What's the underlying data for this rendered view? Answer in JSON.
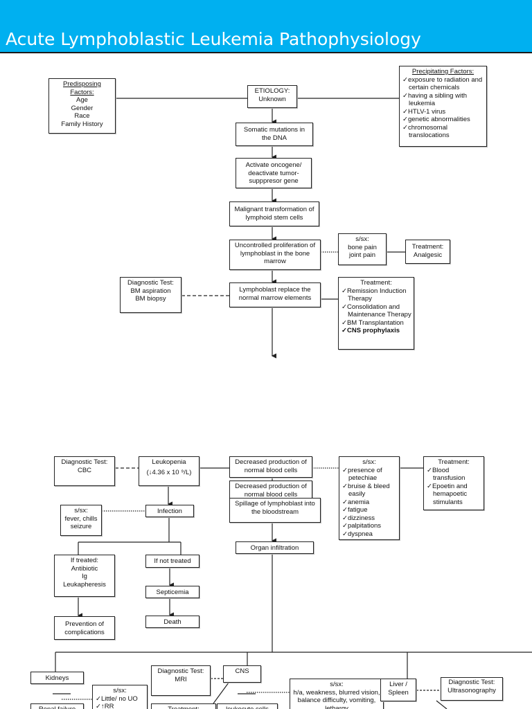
{
  "title": "Acute Lymphoblastic Leukemia Pathophysiology",
  "colors": {
    "title_bar": "#00b0f0",
    "title_text": "#ffffff",
    "lines": "#222222"
  },
  "top": {
    "predisposing": {
      "heading": "Predisposing Factors:",
      "items": [
        "Age",
        "Gender",
        "Race",
        "Family History"
      ]
    },
    "etiology": [
      "ETIOLOGY:",
      "Unknown"
    ],
    "precipitating": {
      "heading": "Precipitating Factors:",
      "items": [
        "exposure to radiation and certain chemicals",
        "having a sibling with leukemia",
        "HTLV-1 virus",
        "genetic abnormalities",
        "chromosomal translocations"
      ]
    },
    "somatic": "Somatic mutations in the DNA",
    "activate": "Activate oncogene/ deactivate tumor-supppresor gene",
    "malignant": "Malignant transformation of lymphoid stem cells",
    "uncontrolled": "Uncontrolled proliferation of lymphoblast in the bone marrow",
    "sx_bone": [
      "s/sx:",
      "bone pain",
      "joint pain"
    ],
    "tx_analgesic": [
      "Treatment:",
      "Analgesic"
    ],
    "dx_bm": [
      "Diagnostic Test:",
      "BM aspiration",
      "BM biopsy"
    ],
    "replace": "Lymphoblast replace the normal marrow elements",
    "tx_list": {
      "heading": "Treatment:",
      "items": [
        "Remission Induction Therapy",
        "Consolidation and Maintenance Therapy",
        "BM Transplantation",
        "CNS prophylaxis"
      ]
    }
  },
  "bottom": {
    "dx_cbc": [
      "Diagnostic Test:",
      "CBC"
    ],
    "leukopenia": [
      "Leukopenia",
      "(↓4.36 x 10 ⁹/L)"
    ],
    "decreased": "Decreased production of normal blood cells",
    "decreased_dup": "Decreased production of normal blood cells",
    "spillage": "Spillage of lymphoblast into the bloodstream",
    "sx_list": {
      "heading": "s/sx:",
      "items": [
        "presence of petechiae",
        "bruise & bleed easily",
        "anemia",
        "fatigue",
        "dizziness",
        "palpitations",
        "dyspnea"
      ]
    },
    "tx_blood": {
      "heading": "Treatment:",
      "items": [
        "Blood transfusion",
        "Epoetin and hemapoetic stimulants"
      ]
    },
    "sx_fever": [
      "s/sx:",
      "fever, chills",
      "seizure"
    ],
    "infection": "Infection",
    "if_treated": [
      "If treated:",
      "Antibiotic",
      "Ig",
      "Leukapheresis"
    ],
    "if_not_treated": "If not treated",
    "septicemia": "Septicemia",
    "death": "Death",
    "prevention": "Prevention of complications",
    "organ": "Organ infiltration",
    "kidneys": "Kidneys",
    "sx_kidney": {
      "heading": "s/sx:",
      "items": [
        "Little/ no UO",
        "↑RR"
      ]
    },
    "renal_failure": "Renal failure",
    "dx_mri": [
      "Diagnostic Test:",
      "MRI"
    ],
    "cns": "CNS",
    "tx_cns": "Treatment:",
    "leukocyte": "leukocyte cells",
    "sx_cns": [
      "s/sx:",
      "h/a, weakness, blurred vision, balance difficulty, vomiting, lethargy"
    ],
    "liver": "Liver / Spleen",
    "dx_ultra": [
      "Diagnostic Test:",
      "Ultrasonography"
    ]
  }
}
